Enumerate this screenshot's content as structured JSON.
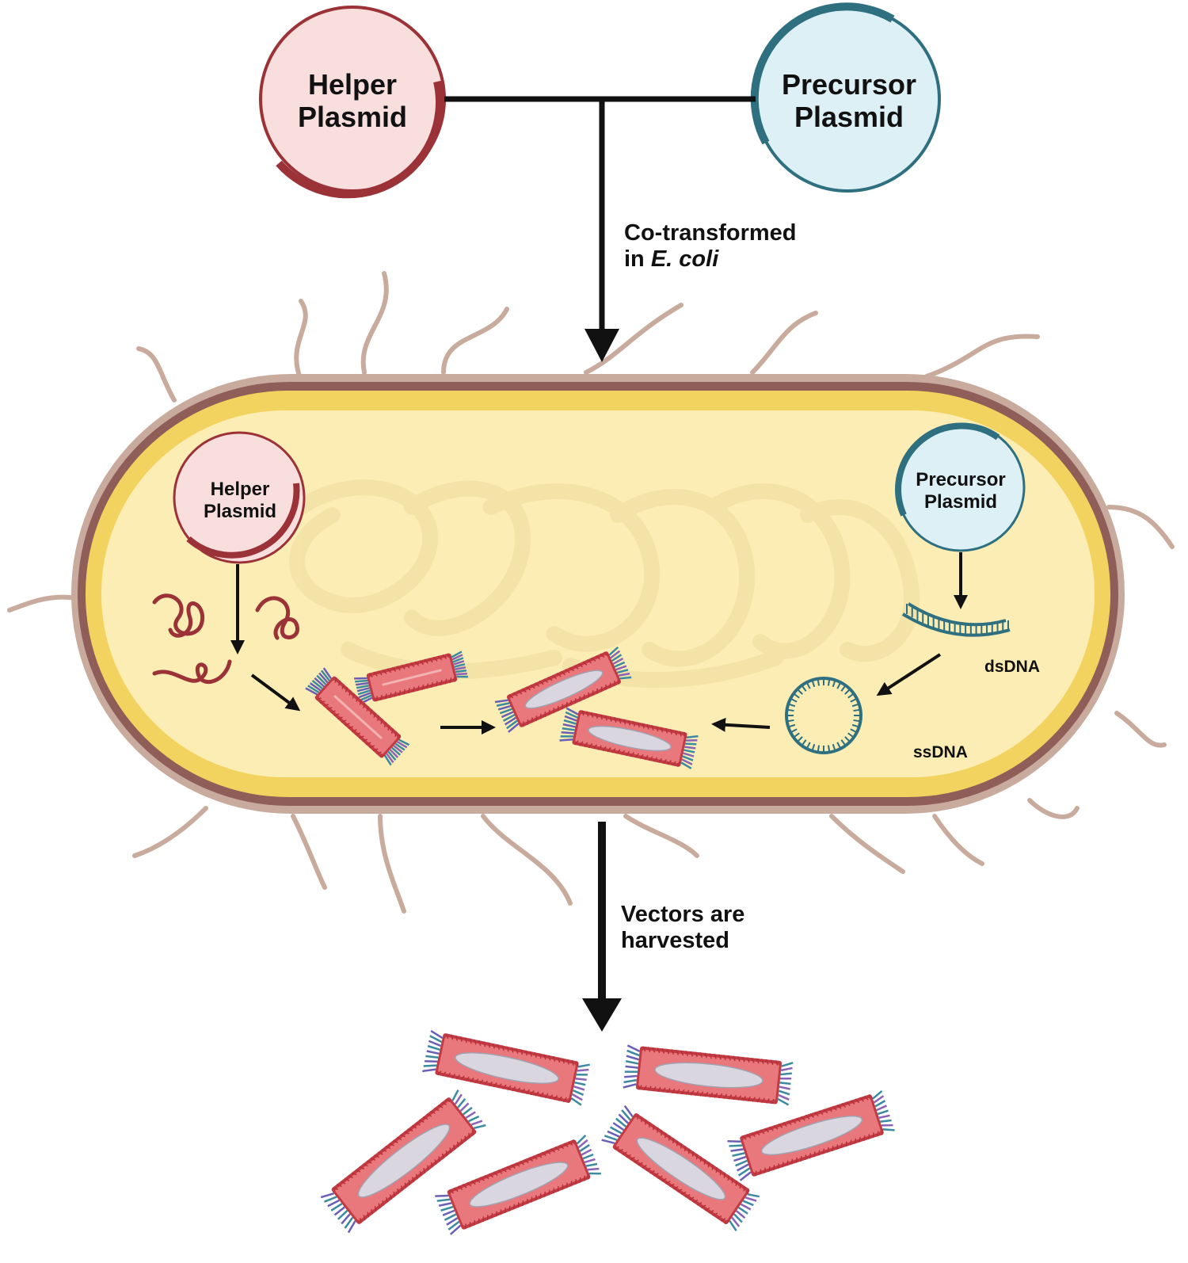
{
  "top": {
    "helper_line1": "Helper",
    "helper_line2": "Plasmid",
    "precursor_line1": "Precursor",
    "precursor_line2": "Plasmid",
    "step1_line1": "Co-transformed",
    "step1_line2_prefix": "in ",
    "step1_line2_italic": "E. coli"
  },
  "cell": {
    "helper_line1": "Helper",
    "helper_line2": "Plasmid",
    "precursor_line1": "Precursor",
    "precursor_line2": "Plasmid",
    "dsdna_label": "dsDNA",
    "ssdna_label": "ssDNA"
  },
  "bottom": {
    "step2_line1": "Vectors are",
    "step2_line2": "harvested"
  },
  "colors": {
    "helper_fill": "#f9dede",
    "helper_ring": "#9b3237",
    "precursor_fill": "#dcf0f6",
    "precursor_ring": "#2e6f80",
    "cell_outer": "#c9ab9d",
    "cell_wall": "#8f5e58",
    "cell_membrane": "#f3d35f",
    "cytoplasm": "#fcedb4",
    "phage_body": "#e9787c",
    "phage_capsid": "#d9d6e0"
  }
}
